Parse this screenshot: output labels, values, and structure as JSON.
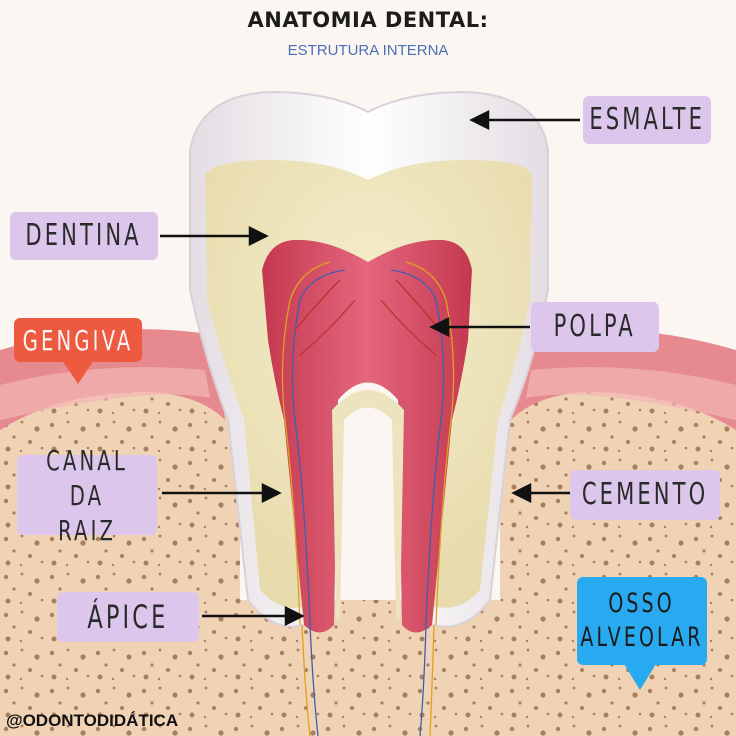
{
  "title": "ANATOMIA DENTAL:",
  "subtitle": "ESTRUTURA INTERNA",
  "labels": {
    "esmalte": "ESMALTE",
    "dentina": "DENTINA",
    "gengiva": "GENGIVA",
    "polpa": "POLPA",
    "canal_line1": "CANAL DA",
    "canal_line2": "RAIZ",
    "cemento": "CEMENTO",
    "apice": "ÁPICE",
    "osso_line1": "OSSO",
    "osso_line2": "ALVEOLAR"
  },
  "credit": "@ODONTODIDÁTICA",
  "colors": {
    "label_purple": "#dcc6ec",
    "gengiva_red": "#ee5a3f",
    "osso_blue": "#28aaf0",
    "enamel": "#f4f1f3",
    "dentin": "#ece3bf",
    "pulp": "#d94f66",
    "bone": "#f0d3b5",
    "gum": "#e68a90"
  }
}
